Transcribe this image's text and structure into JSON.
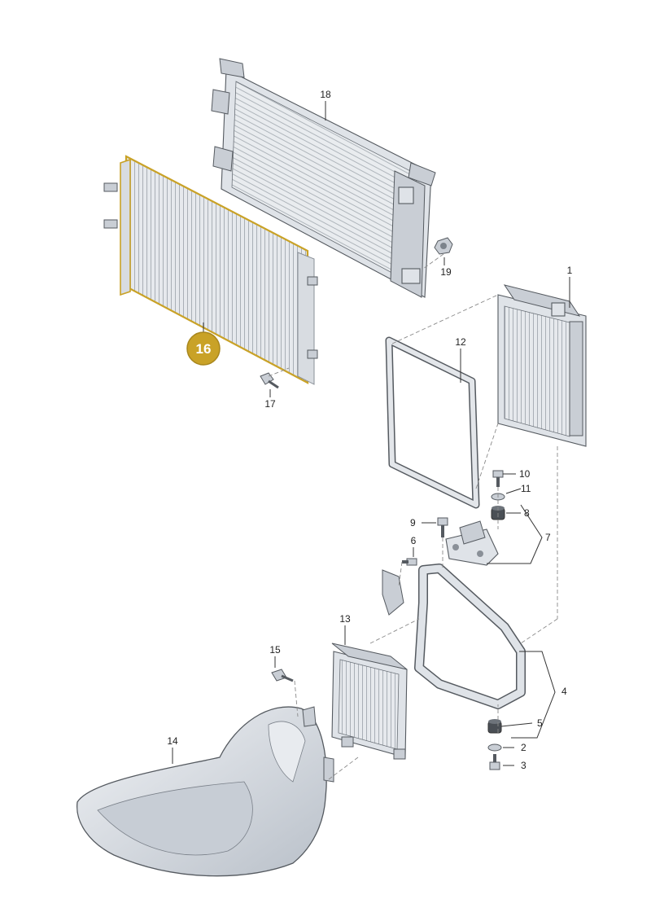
{
  "diagram": {
    "highlight_color": "#c9a227",
    "callouts": [
      {
        "id": "p1",
        "text": "1"
      },
      {
        "id": "p2",
        "text": "2"
      },
      {
        "id": "p3",
        "text": "3"
      },
      {
        "id": "p4",
        "text": "4"
      },
      {
        "id": "p5",
        "text": "5"
      },
      {
        "id": "p6",
        "text": "6"
      },
      {
        "id": "p7",
        "text": "7"
      },
      {
        "id": "p8",
        "text": "8"
      },
      {
        "id": "p9",
        "text": "9"
      },
      {
        "id": "p10",
        "text": "10"
      },
      {
        "id": "p11",
        "text": "11"
      },
      {
        "id": "p12",
        "text": "12"
      },
      {
        "id": "p13",
        "text": "13"
      },
      {
        "id": "p14",
        "text": "14"
      },
      {
        "id": "p15",
        "text": "15"
      },
      {
        "id": "p16",
        "text": "16"
      },
      {
        "id": "p17",
        "text": "17"
      },
      {
        "id": "p18",
        "text": "18"
      },
      {
        "id": "p19",
        "text": "19"
      }
    ]
  }
}
